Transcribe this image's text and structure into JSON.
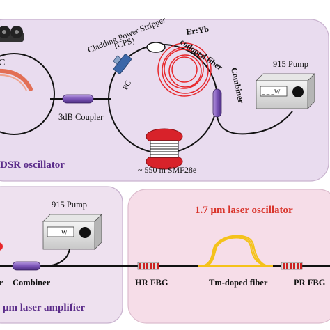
{
  "colors": {
    "osc_panel_bg": "#e9dcef",
    "amp_panel_bg": "#eee1ef",
    "laser_panel_bg": "#f6dde8",
    "panel_border": "#c9b3cf",
    "purple_label": "#5b2c8a",
    "red_label": "#d9342b",
    "fiber": "#111111",
    "component_purple": "#7c55b8",
    "coil_red": "#e8262a",
    "tm_fiber_yellow": "#f4c21a"
  },
  "oscillator": {
    "partial_label_c": "C",
    "cps_label": "Cladding Power Stripper",
    "cps_abbrev": "(CPS)",
    "erbium_fiber_label_1": "Er:Yb",
    "erbium_fiber_label_2": "codoped fiber",
    "combiner_label": "Combiner",
    "pc_label": "PC",
    "coupler_label": "3dB Coupler",
    "smf_label": "~ 550 m SMF28e",
    "pump_label": "915 Pump",
    "pump_display": "_ _ _W",
    "title": "DSR oscillator"
  },
  "amplifier": {
    "pump_label": "915 Pump",
    "pump_display": "_ _ _W",
    "combiner_label": "Combiner",
    "partial_left_label": "r",
    "title": "μm laser amplifier"
  },
  "laser_oscillator": {
    "title": "1.7 μm laser oscillator",
    "hr_fbg_label": "HR FBG",
    "tm_fiber_label": "Tm-doped fiber",
    "pr_fbg_label": "PR FBG"
  }
}
